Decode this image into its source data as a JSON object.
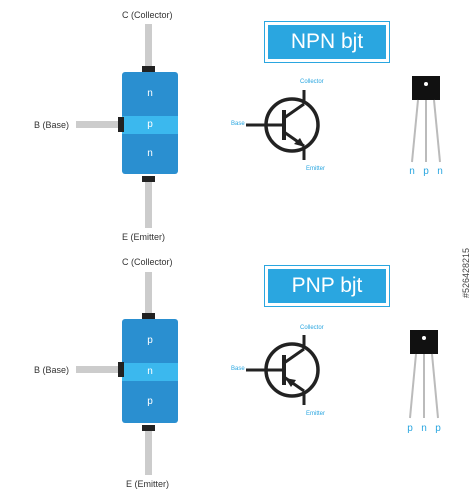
{
  "npn": {
    "title": "NPN bjt",
    "collector_label": "C (Collector)",
    "base_label": "B (Base)",
    "emitter_label": "E (Emitter)",
    "layers": [
      "n",
      "p",
      "n"
    ],
    "symbol": {
      "collector": "Collector",
      "base": "Base",
      "emitter": "Emitter"
    },
    "package_pins": [
      "n",
      "p",
      "n"
    ]
  },
  "pnp": {
    "title": "PNP bjt",
    "collector_label": "C (Collector)",
    "base_label": "B (Base)",
    "emitter_label": "E (Emitter)",
    "layers": [
      "p",
      "n",
      "p"
    ],
    "symbol": {
      "collector": "Collector",
      "base": "Base",
      "emitter": "Emitter"
    },
    "package_pins": [
      "p",
      "n",
      "p"
    ]
  },
  "stock_id": "#526428215",
  "colors": {
    "accent": "#2aa6e0",
    "layer_dark": "#2a8fd0",
    "layer_light": "#3bb8ee",
    "lead": "#cccccc"
  }
}
